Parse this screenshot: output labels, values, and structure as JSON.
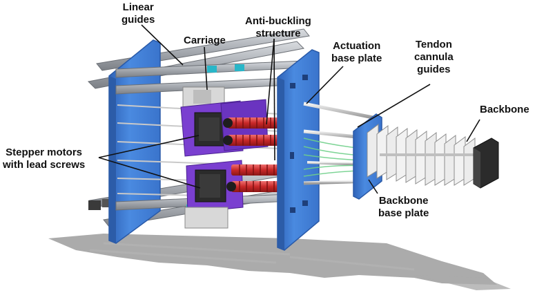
{
  "labels": {
    "linear_guides": [
      "Linear",
      "guides"
    ],
    "carriage": "Carriage",
    "anti_buckling": [
      "Anti-buckling",
      "structure"
    ],
    "actuation_plate": [
      "Actuation",
      "base plate"
    ],
    "tendon_guides": [
      "Tendon",
      "cannula",
      "guides"
    ],
    "backbone": "Backbone",
    "stepper_motors": [
      "Stepper motors",
      "with lead screws"
    ],
    "backbone_plate": [
      "Backbone",
      "base plate"
    ]
  },
  "colors": {
    "plate_blue": "#3f7fd9",
    "plate_edge": "#2a5aa8",
    "motor_black": "#2b2b2b",
    "mount_purple": "#7a3fd0",
    "screw_red": "#d23a3a",
    "rail_gray": "#a9adb3",
    "green_tendon": "#6fd08a",
    "shadow": "#8a8a8a",
    "accent_cyan": "#29b6c8"
  }
}
